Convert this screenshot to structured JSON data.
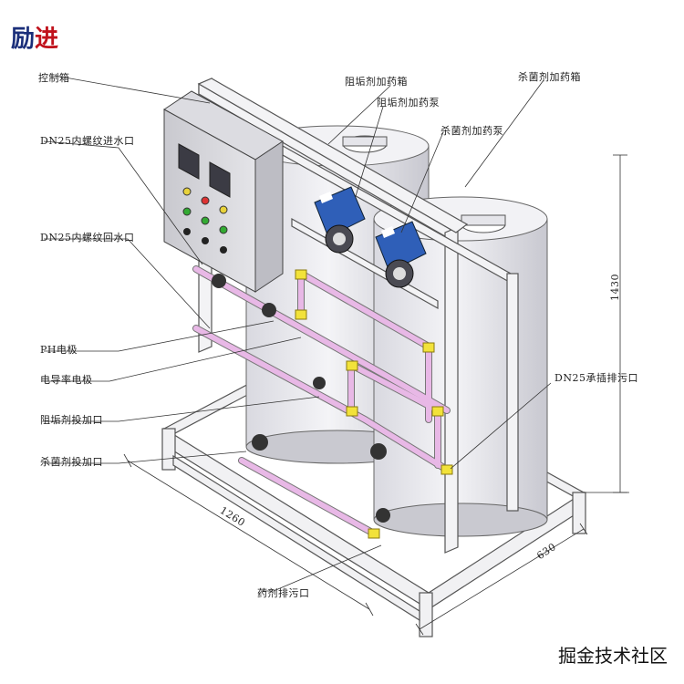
{
  "brand": {
    "part1": "励",
    "part2": "进",
    "color1": "#1b2f7a",
    "color2": "#c0121c"
  },
  "labels": {
    "control_box": "控制箱",
    "scale_tank": "阻垢剂加药箱",
    "scale_pump": "阻垢剂加药泵",
    "bact_tank": "杀菌剂加药箱",
    "bact_pump": "杀菌剂加药泵",
    "inlet": "DN25内螺纹进水口",
    "return": "DN25内螺纹回水口",
    "ph": "PH电极",
    "cond": "电导率电极",
    "scale_dose": "阻垢剂投加口",
    "bact_dose": "杀菌剂投加口",
    "drain_socket": "DN25承插排污口",
    "chem_drain": "药剂排污口"
  },
  "dimensions": {
    "height": "1430",
    "length": "1260",
    "depth": "630"
  },
  "watermark": "掘金技术社区",
  "colors": {
    "pipe": "#e8b8e6",
    "fitting": "#f2e23a",
    "pump": "#2f5fb8",
    "tank": "#e9e9ef"
  }
}
